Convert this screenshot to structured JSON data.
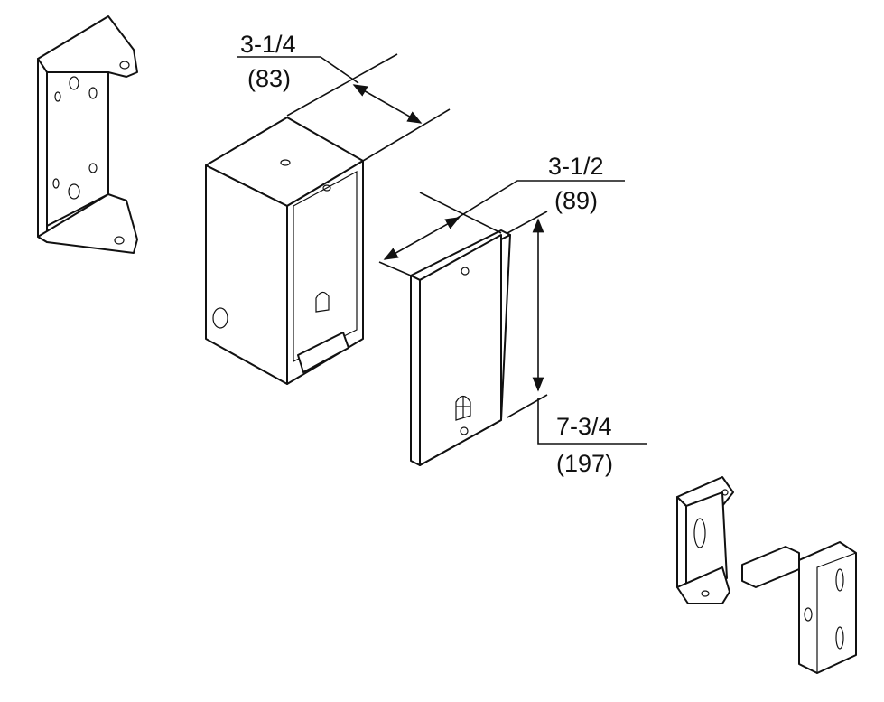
{
  "dimensions": {
    "depth": {
      "imperial": "3-1/4",
      "metric": "(83)"
    },
    "width": {
      "imperial": "3-1/2",
      "metric": "(89)"
    },
    "height": {
      "imperial": "7-3/4",
      "metric": "(197)"
    }
  }
}
